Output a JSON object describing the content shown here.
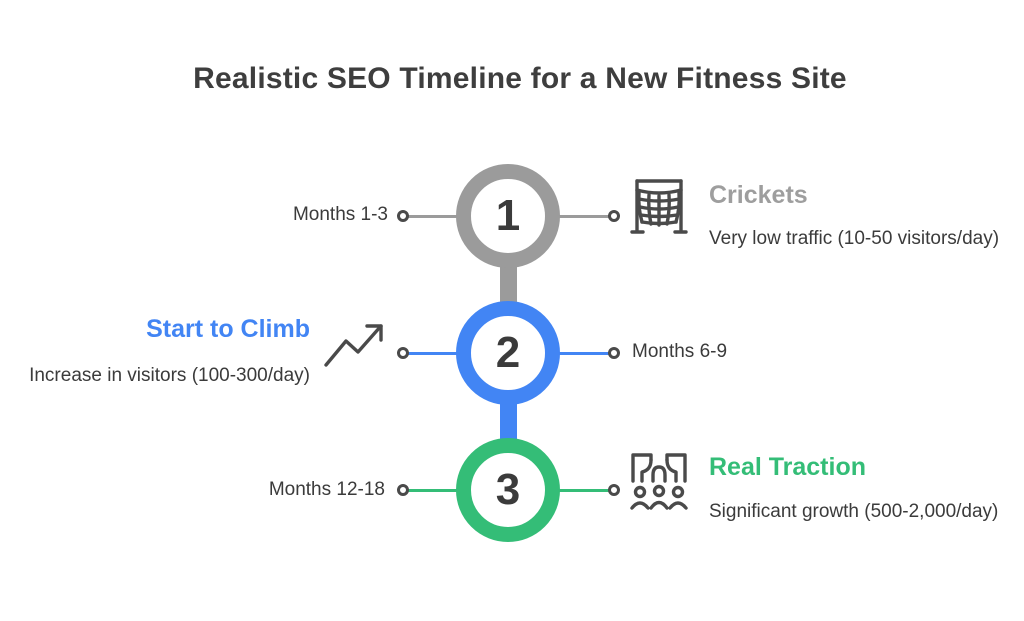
{
  "title": "Realistic SEO Timeline for a New Fitness Site",
  "colors": {
    "gray": "#9B9B9B",
    "blue": "#4285F4",
    "green": "#34BD77",
    "text_dark": "#3B3B3B",
    "icon_outline": "#4A4A4A"
  },
  "stages": [
    {
      "number": "1",
      "color": "#9B9B9B",
      "left_label": "Months 1-3",
      "icon": "net-icon",
      "heading": "Crickets",
      "description": "Very low traffic (10-50 visitors/day)"
    },
    {
      "number": "2",
      "color": "#4285F4",
      "heading": "Start to Climb",
      "description": "Increase in visitors (100-300/day)",
      "icon": "trend-up-icon",
      "right_label": "Months 6-9"
    },
    {
      "number": "3",
      "color": "#34BD77",
      "left_label": "Months 12-18",
      "icon": "audience-icon",
      "heading": "Real Traction",
      "description": "Significant growth (500-2,000/day)"
    }
  ]
}
